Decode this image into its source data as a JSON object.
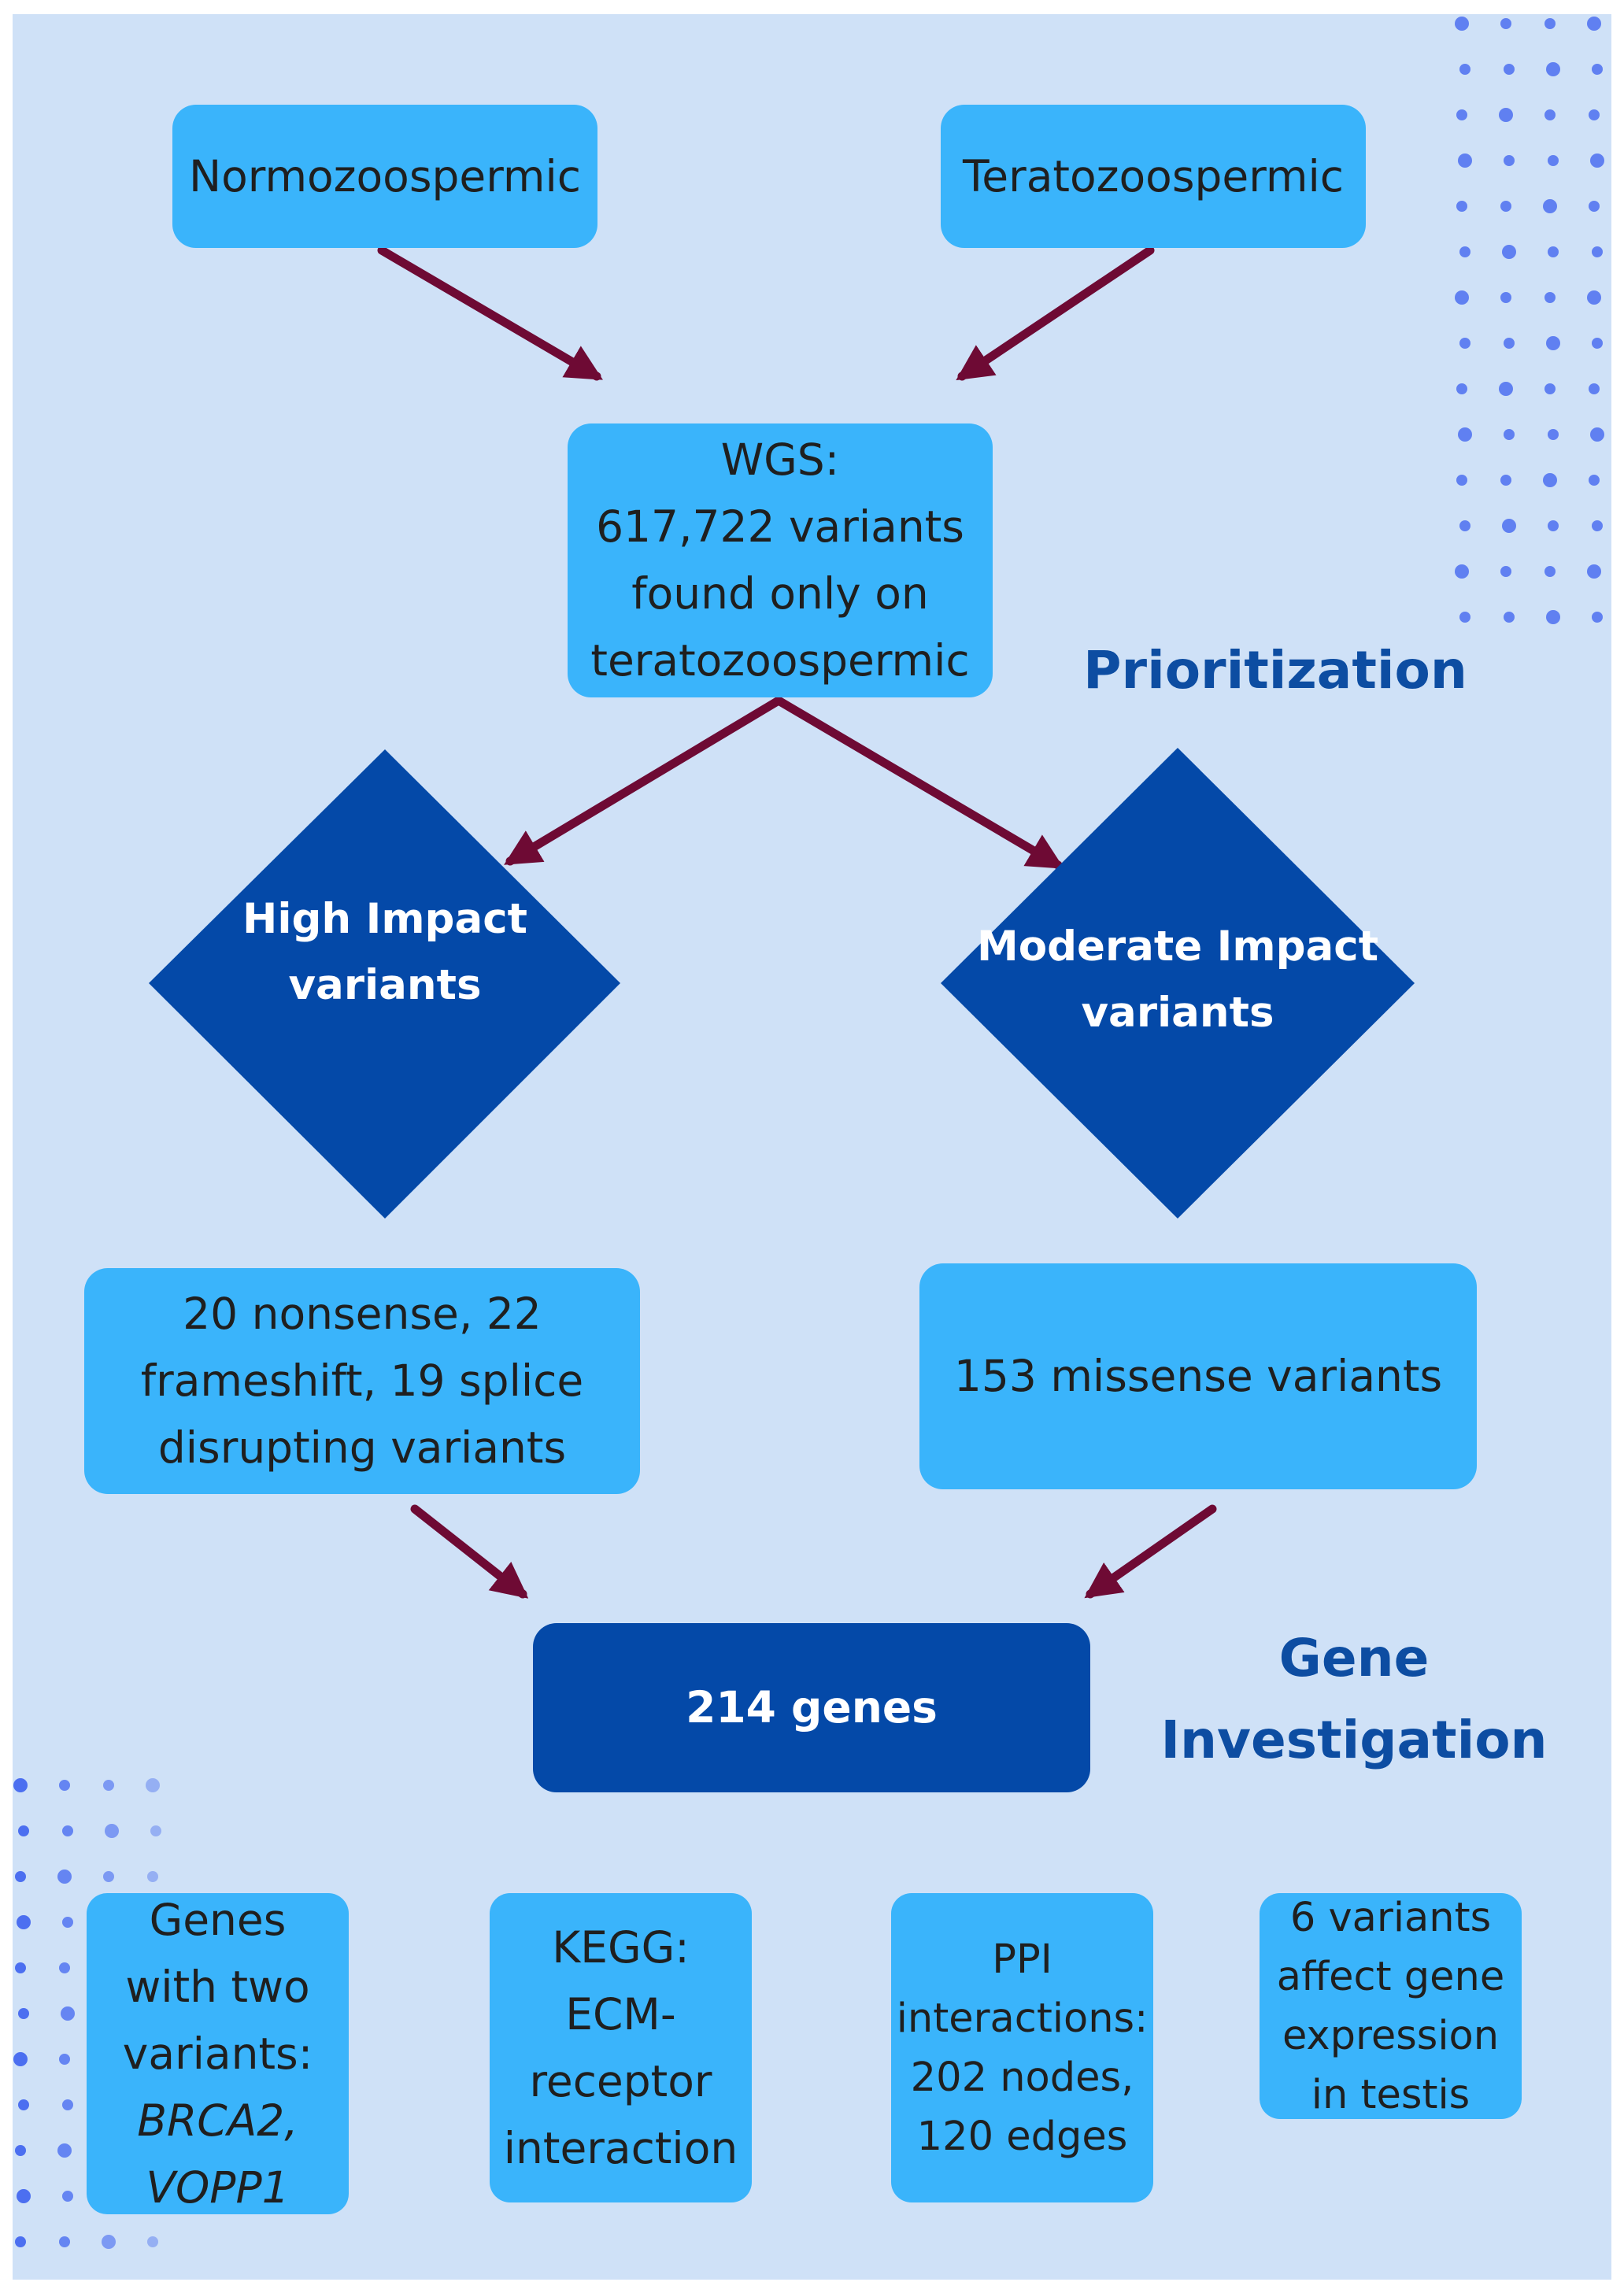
{
  "nodes": {
    "normozoospermic": {
      "label": "Normozoospermic"
    },
    "teratozoospermic": {
      "label": "Teratozoospermic"
    },
    "wgs": {
      "lines": [
        "WGS:",
        "617,722 variants",
        "found only on",
        "teratozoospermic"
      ]
    },
    "high_impact": {
      "lines": [
        "High Impact",
        "variants"
      ]
    },
    "moderate_impact": {
      "lines": [
        "Moderate Impact",
        "variants"
      ]
    },
    "high_impact_detail": {
      "lines": [
        "20 nonsense,  22",
        "frameshift, 19 splice",
        "disrupting variants"
      ]
    },
    "missense": {
      "label": "153 missense variants"
    },
    "genes": {
      "label": "214 genes"
    },
    "two_variants": {
      "lines": [
        "Genes",
        "with two",
        "variants:"
      ],
      "italic_lines": [
        "BRCA2,",
        "VOPP1"
      ]
    },
    "kegg": {
      "lines": [
        "KEGG:",
        "ECM-",
        "receptor",
        "interaction"
      ]
    },
    "ppi": {
      "lines": [
        "PPI",
        "interactions:",
        "202 nodes,",
        "120 edges"
      ]
    },
    "expression": {
      "lines": [
        "6 variants",
        "affect gene",
        "expression",
        "in testis"
      ]
    }
  },
  "headings": {
    "prioritization": "Prioritization",
    "gene_investigation": [
      "Gene",
      "Investigation"
    ]
  },
  "colors": {
    "background_panel": "#cfe1f7",
    "light_box": "#3ab4fb",
    "dark_box": "#0449a8",
    "arrow": "#6e0a34",
    "heading_text": "#0d4da2",
    "dots": "#4c6ff0"
  }
}
